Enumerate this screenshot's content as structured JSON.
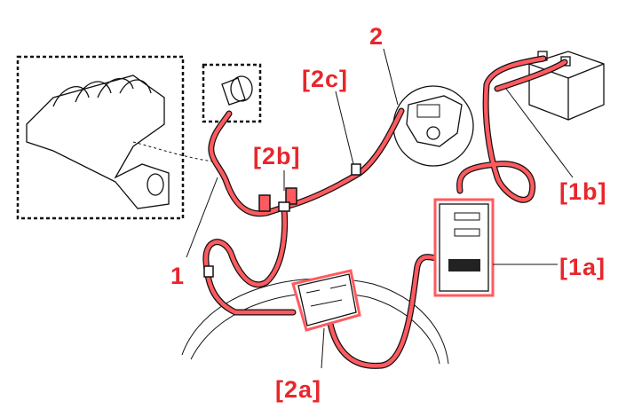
{
  "diagram": {
    "labels": {
      "item_1": "1",
      "item_2": "2",
      "item_2a": "[2a]",
      "item_2b": "[2b]",
      "item_2c": "[2c]",
      "item_1a": "[1a]",
      "item_1b": "[1b]"
    },
    "colors": {
      "hose": "#ff5a5f",
      "label": "#e8262b"
    }
  }
}
